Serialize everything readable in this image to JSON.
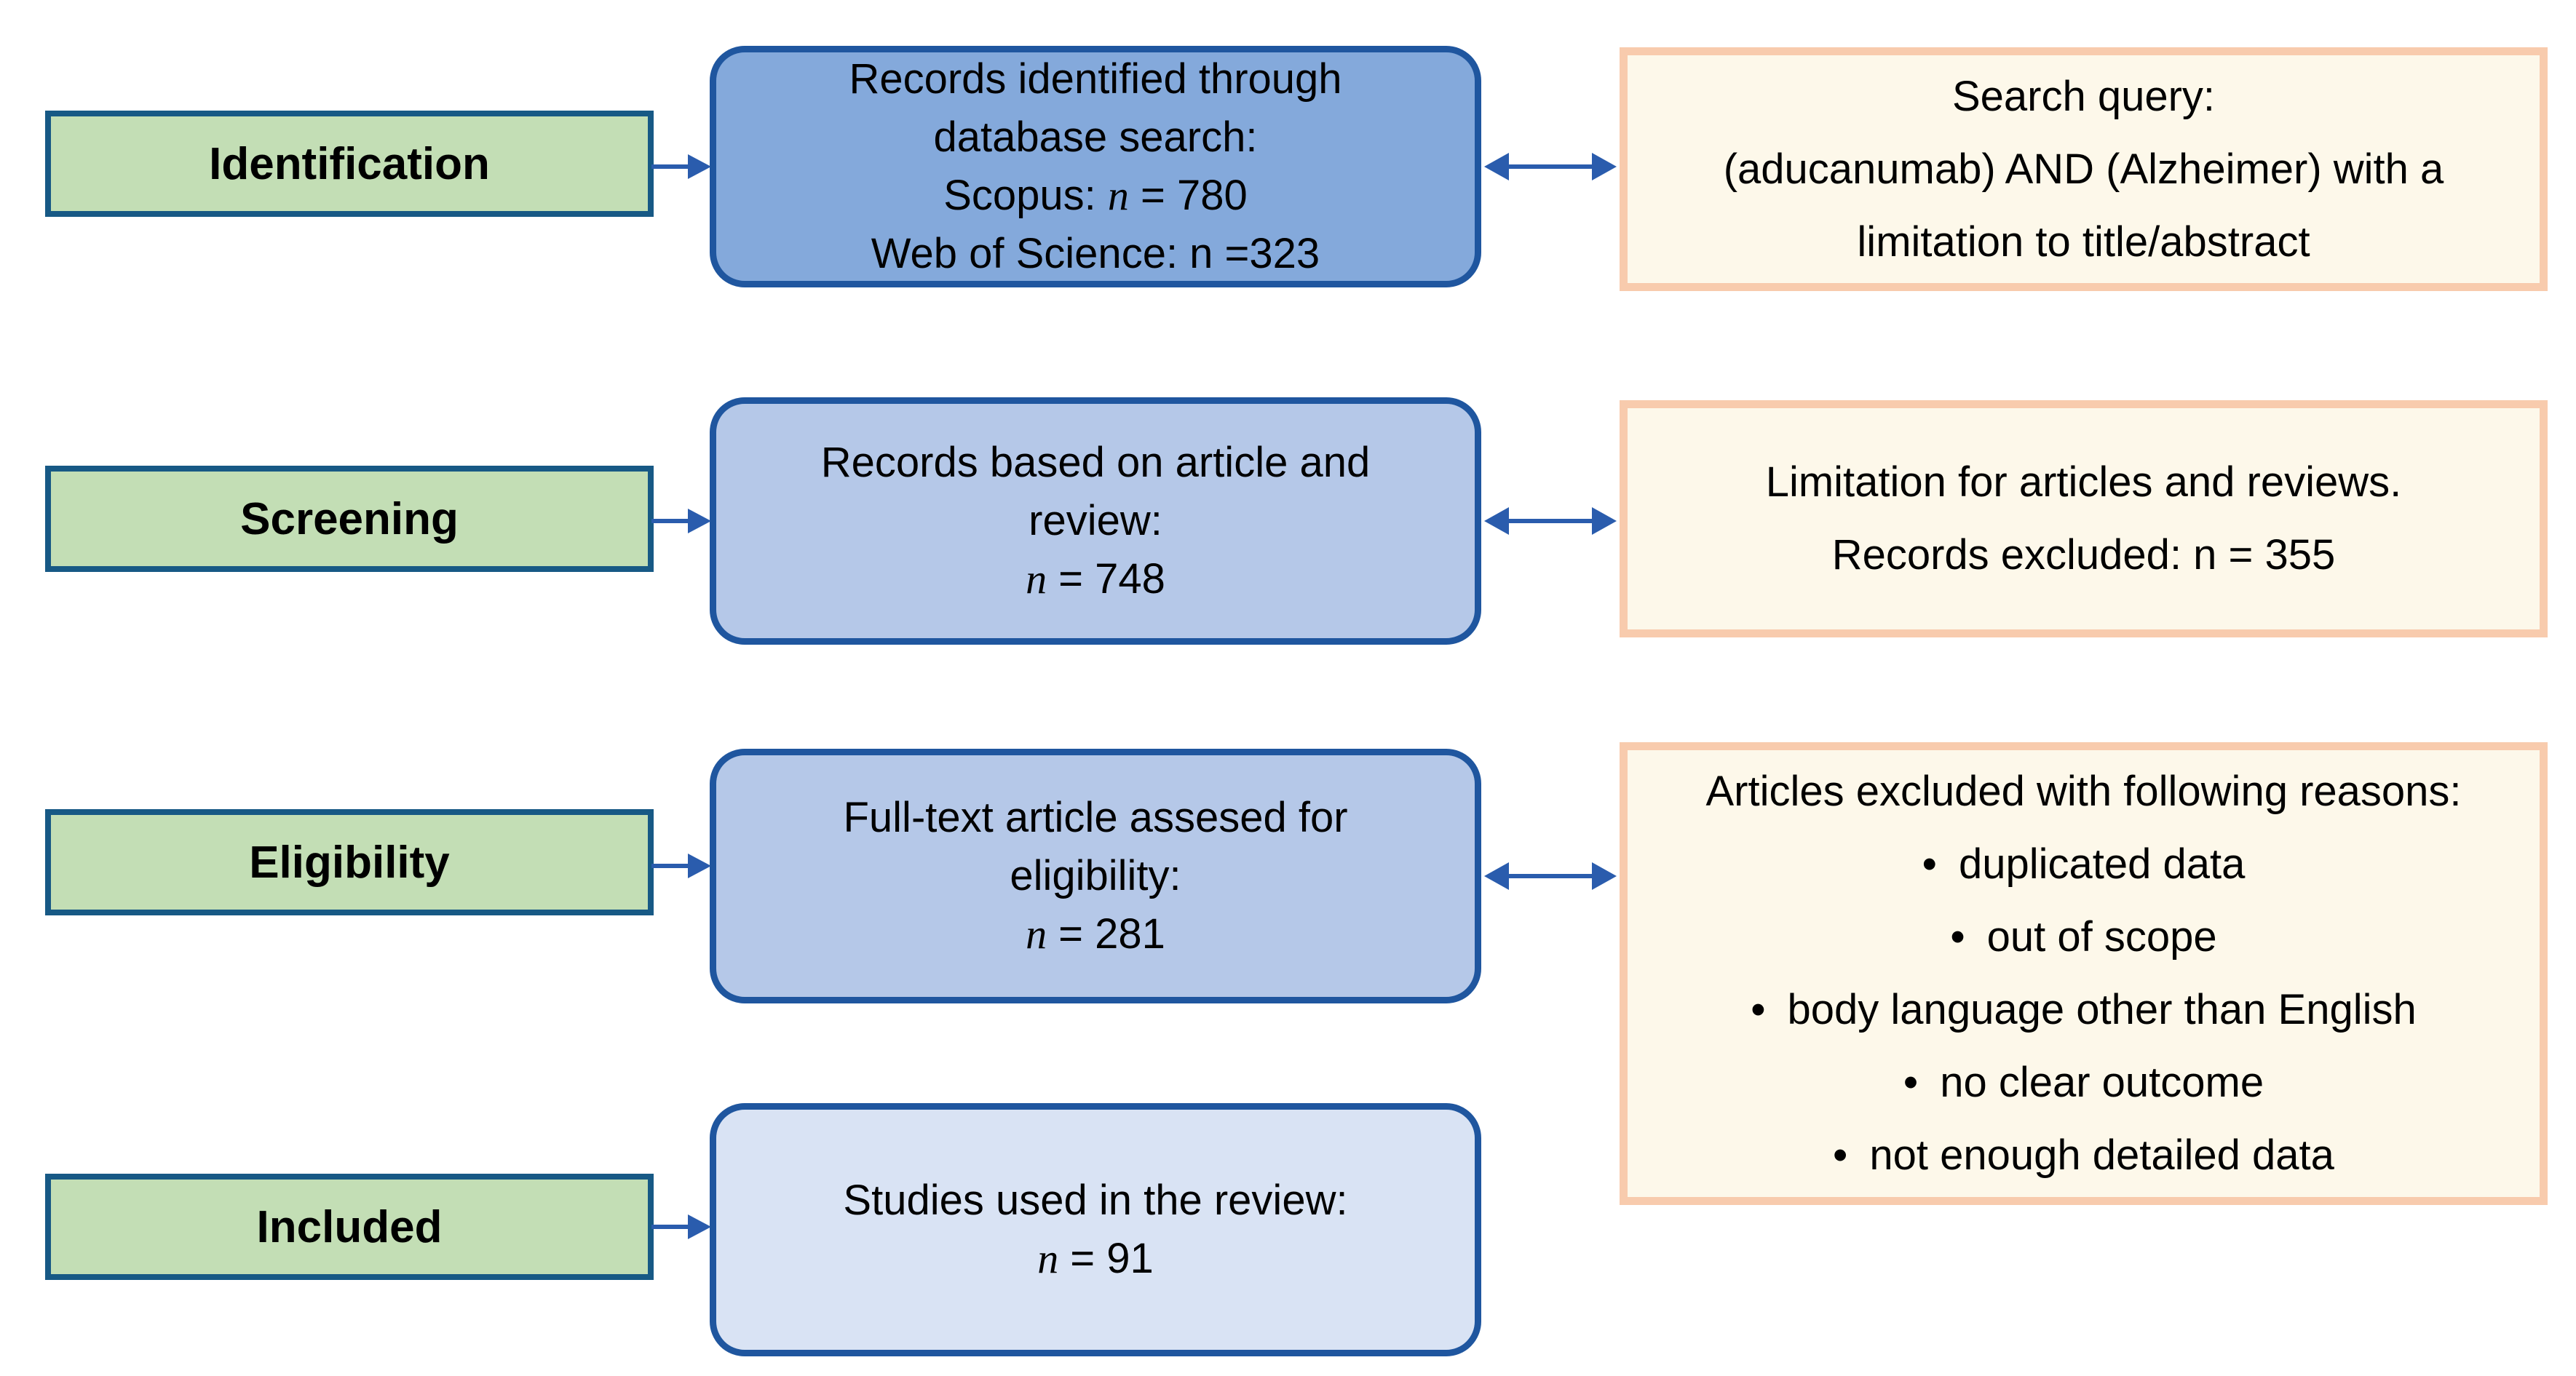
{
  "colors": {
    "stage_fill": "#c3deb5",
    "stage_border": "#175985",
    "process_fill_dark": "#84a9db",
    "process_fill_medium": "#b5c8e8",
    "process_fill_light": "#d9e3f4",
    "process_border": "#1f569f",
    "note_fill": "#fdf8ea",
    "note_border": "#f8cbad",
    "arrow": "#2a5cad",
    "text": "#000000"
  },
  "rows": [
    {
      "stage": "Identification",
      "process": {
        "lines": [
          {
            "text": "Records identified through"
          },
          {
            "text": "database search:"
          },
          {
            "pre": "Scopus: ",
            "it": "n",
            "post": " = 780"
          },
          {
            "text": "Web of Science: n =323"
          }
        ]
      },
      "note": {
        "lines": [
          {
            "text": "Search query:"
          },
          {
            "text": "(aducanumab) AND (Alzheimer) with a"
          },
          {
            "text": "limitation to title/abstract"
          }
        ]
      }
    },
    {
      "stage": "Screening",
      "process": {
        "lines": [
          {
            "text": "Records based on article and"
          },
          {
            "text": "review:"
          },
          {
            "pre": "",
            "it": "n",
            "post": " = 748"
          }
        ]
      },
      "note": {
        "lines": [
          {
            "text": "Limitation for articles and reviews."
          },
          {
            "text": "Records excluded: n = 355"
          }
        ]
      }
    },
    {
      "stage": "Eligibility",
      "process": {
        "lines": [
          {
            "text": "Full-text article assesed for"
          },
          {
            "text": "eligibility:"
          },
          {
            "pre": "",
            "it": "n",
            "post": " = 281"
          }
        ]
      },
      "note": {
        "lines": [
          {
            "text": "Articles excluded with following reasons:"
          },
          {
            "bullet": "•",
            "text": "duplicated data"
          },
          {
            "bullet": "•",
            "text": "out of scope"
          },
          {
            "bullet": "•",
            "text": "body language other than English"
          },
          {
            "bullet": "•",
            "text": "no clear outcome"
          },
          {
            "bullet": "•",
            "text": "not enough detailed data"
          }
        ]
      }
    },
    {
      "stage": "Included",
      "process": {
        "lines": [
          {
            "text": "Studies used in the review:"
          },
          {
            "pre": "",
            "it": "n",
            "post": " = 91"
          }
        ]
      }
    }
  ]
}
